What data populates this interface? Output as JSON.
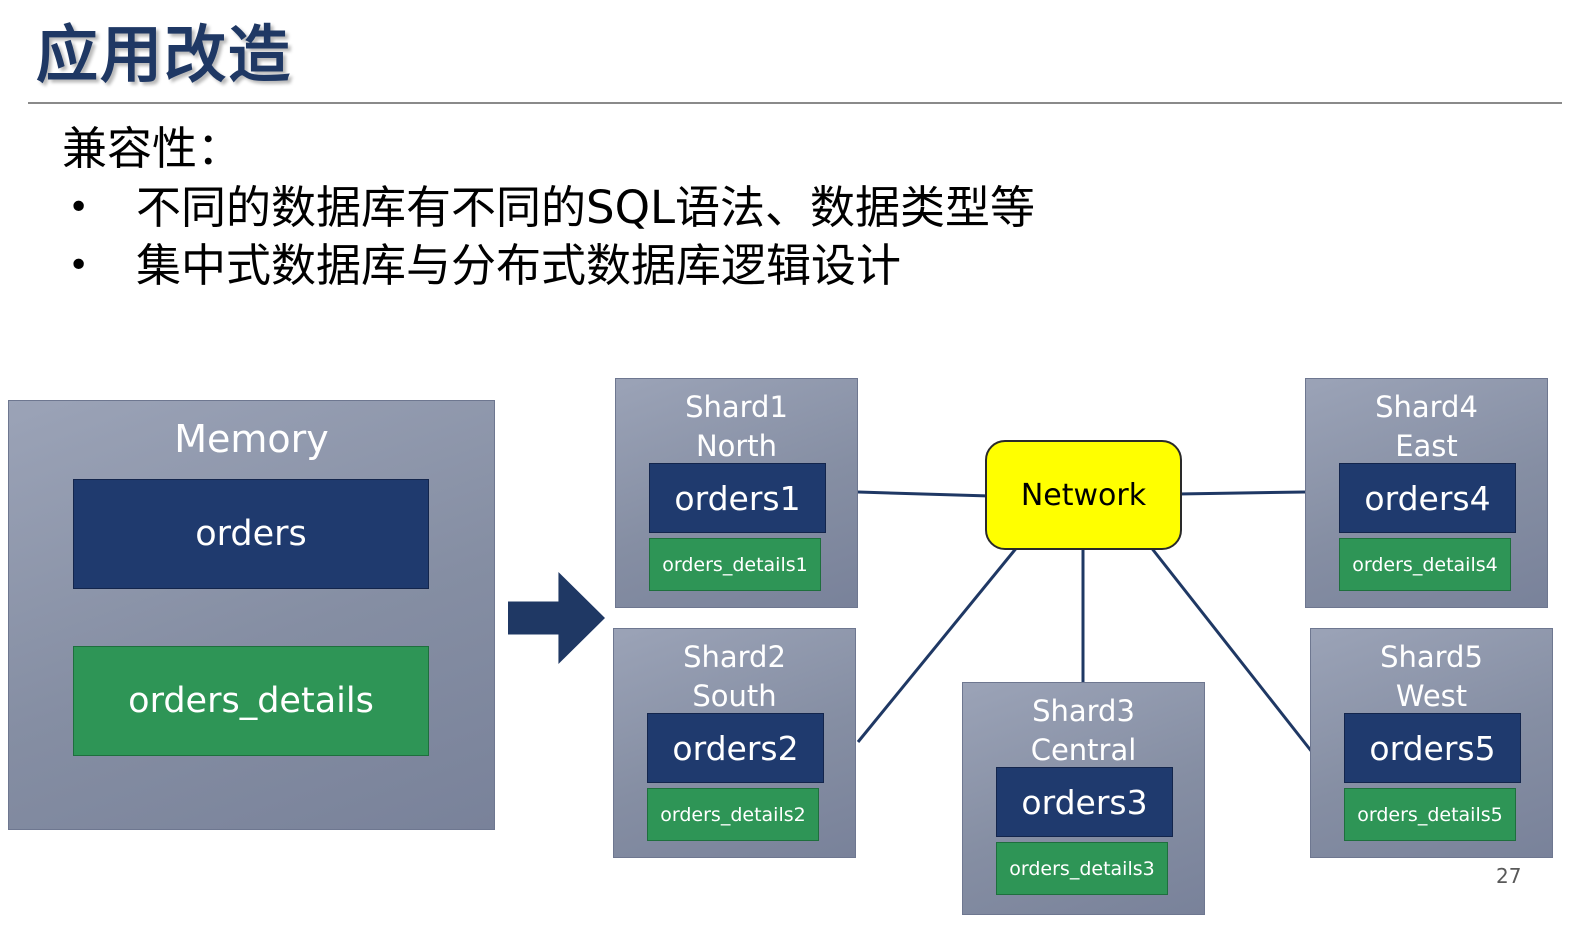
{
  "slide": {
    "title": "应用改造",
    "page_number": "27"
  },
  "body": {
    "heading": "兼容性：",
    "bullet_char": "•",
    "bullets": [
      "不同的数据库有不同的SQL语法、数据类型等",
      "集中式数据库与分布式数据库逻辑设计"
    ]
  },
  "diagram": {
    "memory": {
      "label": "Memory",
      "orders": "orders",
      "orders_details": "orders_details"
    },
    "network": {
      "label": "Network"
    },
    "shards": [
      {
        "name": "Shard1",
        "region": "North",
        "orders": "orders1",
        "orders_details": "orders_details1"
      },
      {
        "name": "Shard2",
        "region": "South",
        "orders": "orders2",
        "orders_details": "orders_details2"
      },
      {
        "name": "Shard3",
        "region": "Central",
        "orders": "orders3",
        "orders_details": "orders_details3"
      },
      {
        "name": "Shard4",
        "region": "East",
        "orders": "orders4",
        "orders_details": "orders_details4"
      },
      {
        "name": "Shard5",
        "region": "West",
        "orders": "orders5",
        "orders_details": "orders_details5"
      }
    ]
  },
  "colors": {
    "title_navy": "#1f3864",
    "table_navy": "#1f3a6e",
    "table_green": "#2e9556",
    "shard_gray": "#8a93a9",
    "network_yellow": "#ffff00",
    "connector_navy": "#1f3864"
  }
}
